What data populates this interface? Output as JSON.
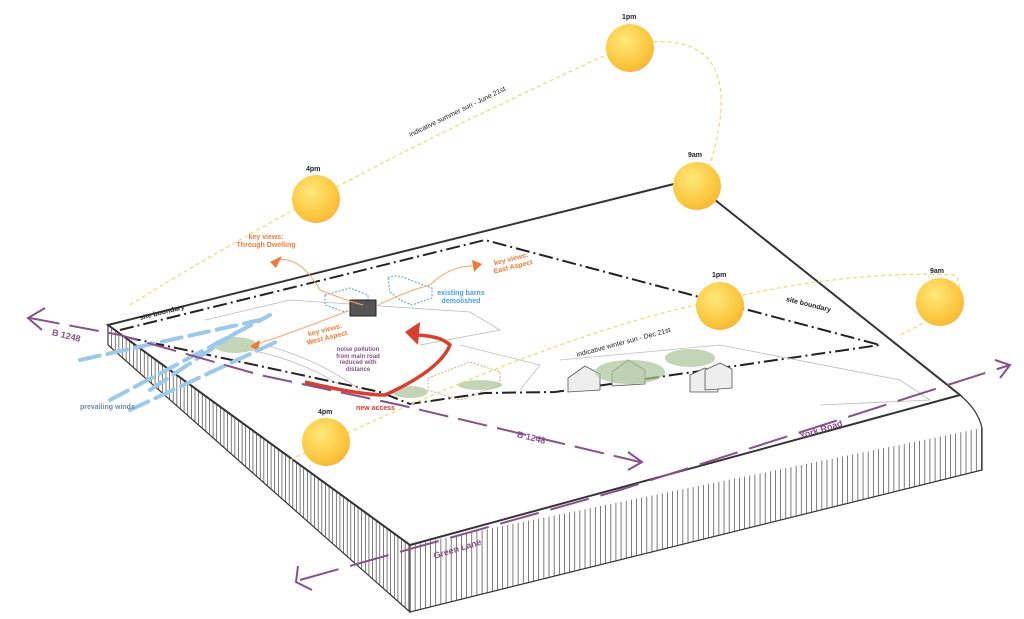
{
  "summer_sun": {
    "path_label": "indicative summer sun - June 21st",
    "times": [
      "1pm",
      "9am",
      "4pm"
    ]
  },
  "winter_sun": {
    "path_label": "indicative winter sun - Dec 21st",
    "times": [
      "1pm",
      "9am",
      "4pm"
    ]
  },
  "labels": {
    "site_boundary_1": "site boundary",
    "site_boundary_2": "site boundary",
    "key_views_through": "key views: Through Dwelling",
    "key_views_east": "key views: East Aspect",
    "key_views_west": "key views: West Aspect",
    "existing_barns": "existing barns demolished",
    "noise": "noise pollution from main road reduced with distance",
    "new_access": "new access",
    "prevailing_winds": "prevailing winds"
  },
  "roads": {
    "b1248_left": "B 1248",
    "b1248_center": "B 1248",
    "york_road": "York Road",
    "green_lane": "Green Lane"
  },
  "colors": {
    "road": "#8a4f8e",
    "views": "#f07a3a",
    "wind": "#9cc8ea",
    "access": "#d6402c",
    "sun": "#fbc53c"
  }
}
